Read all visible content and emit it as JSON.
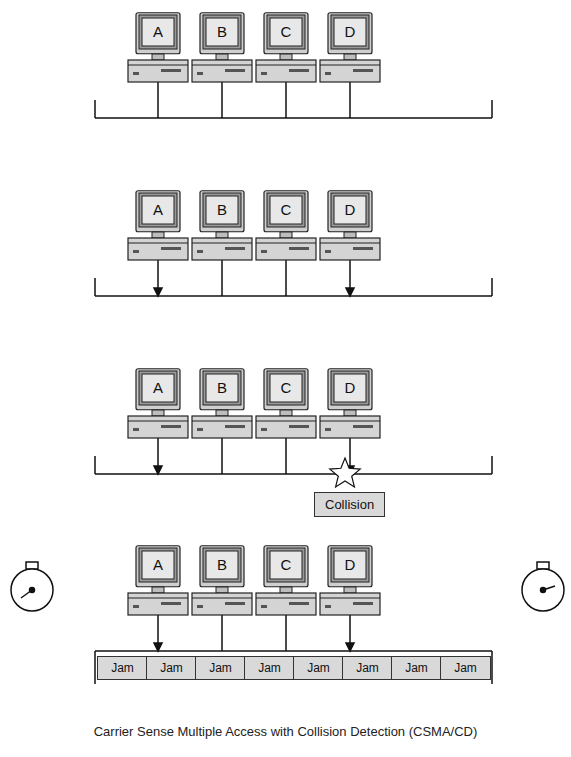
{
  "diagram": {
    "caption": "Carrier Sense Multiple Access with Collision Detection (CSMA/CD)",
    "nodes": [
      {
        "text": [
          "A"
        ]
      },
      {
        "text": [
          "B"
        ]
      },
      {
        "text": [
          "C"
        ]
      },
      {
        "text": [
          "D"
        ]
      },
      {
        "text": [
          "A"
        ]
      },
      {
        "text": [
          "B"
        ]
      },
      {
        "text": [
          "C"
        ]
      },
      {
        "text": [
          "D"
        ]
      },
      {
        "text": [
          "A"
        ]
      },
      {
        "text": [
          "B"
        ]
      },
      {
        "text": [
          "C"
        ]
      },
      {
        "text": [
          "D"
        ]
      },
      {
        "text": [
          "Collision"
        ]
      },
      {
        "text": [
          "A"
        ]
      },
      {
        "text": [
          "B"
        ]
      },
      {
        "text": [
          "C"
        ]
      },
      {
        "text": [
          "D"
        ]
      },
      {
        "text": [
          "Jam"
        ]
      },
      {
        "text": [
          "Jam"
        ]
      },
      {
        "text": [
          "Jam"
        ]
      },
      {
        "text": [
          "Jam"
        ]
      },
      {
        "text": [
          "Jam"
        ]
      },
      {
        "text": [
          "Jam"
        ]
      },
      {
        "text": [
          "Jam"
        ]
      },
      {
        "text": [
          "Jam"
        ]
      }
    ]
  }
}
